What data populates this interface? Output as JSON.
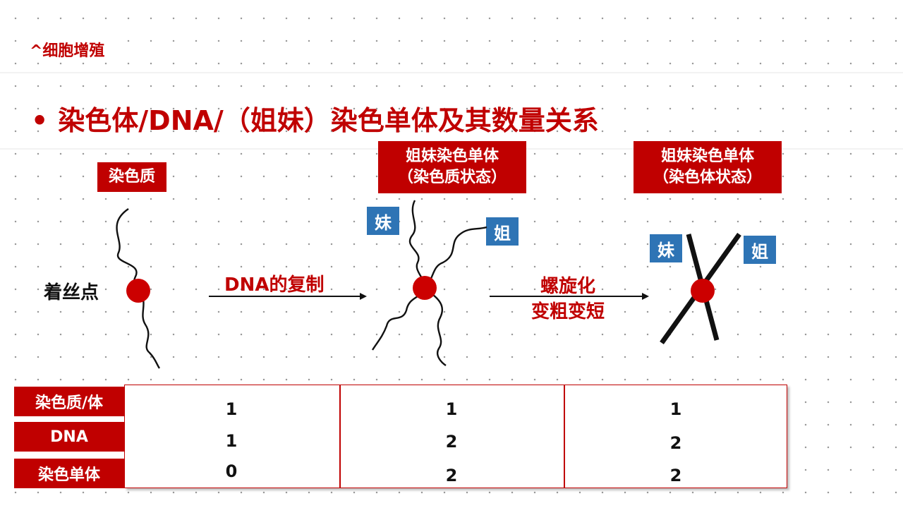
{
  "section_tag": "^细胞增殖",
  "title": {
    "bullet": "•",
    "text": "染色体/DNA/（姐妹）染色单体及其数量关系"
  },
  "stages": {
    "chromatin": {
      "label": "染色质"
    },
    "sister_chromatin": {
      "label_line1": "姐妹染色单体",
      "label_line2": "（染色质状态）"
    },
    "sister_chromosome": {
      "label_line1": "姐妹染色单体",
      "label_line2": "（染色体状态）"
    }
  },
  "centromere_label": "着丝点",
  "sister_tags": {
    "younger": "妹",
    "elder": "姐"
  },
  "arrows": {
    "replication": "DNA的复制",
    "condense_line1": "螺旋化",
    "condense_line2": "变粗变短"
  },
  "colors": {
    "accent_red": "#c00000",
    "tag_blue": "#2e74b5",
    "centromere": "#cc0000"
  },
  "table": {
    "row_labels": [
      "染色质/体",
      "DNA",
      "染色单体"
    ],
    "columns": [
      {
        "values": [
          "1",
          "1",
          "0"
        ]
      },
      {
        "values": [
          "1",
          "2",
          "2"
        ]
      },
      {
        "values": [
          "1",
          "2",
          "2"
        ]
      }
    ]
  }
}
